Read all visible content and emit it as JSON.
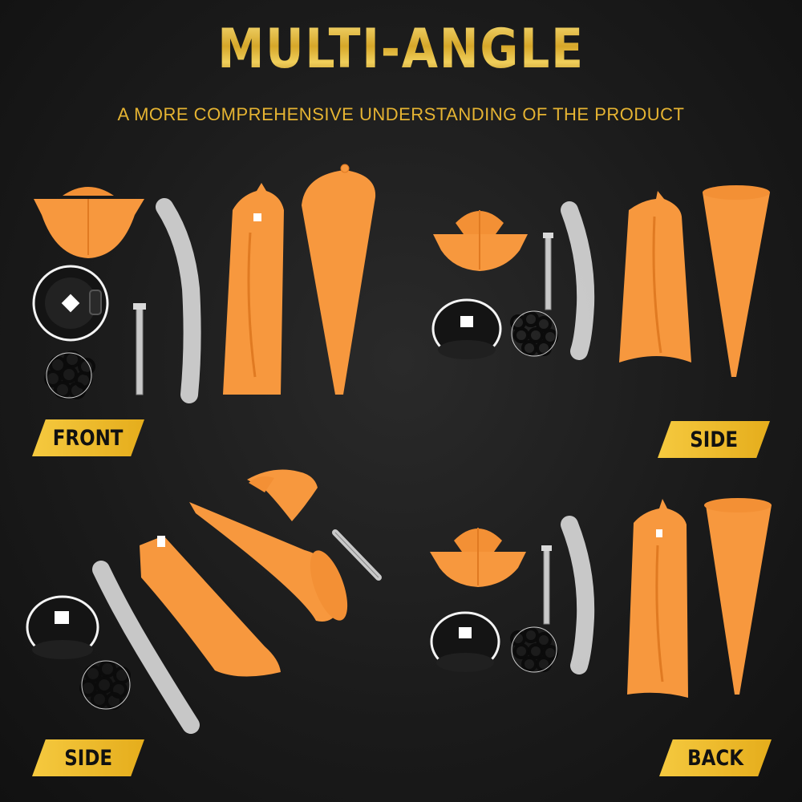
{
  "header": {
    "title": "MULTI-ANGLE",
    "subtitle": "A MORE COMPREHENSIVE UNDERSTANDING OF THE PRODUCT"
  },
  "panels": [
    {
      "label": "FRONT"
    },
    {
      "label": "SIDE"
    },
    {
      "label": "SIDE"
    },
    {
      "label": "BACK"
    }
  ],
  "colors": {
    "accent_gold": "#e5ad1c",
    "product_orange": "#f7983e",
    "cap_black": "#141414",
    "tube_clear": "#e9e9e9",
    "background": "#1b1b1b"
  }
}
